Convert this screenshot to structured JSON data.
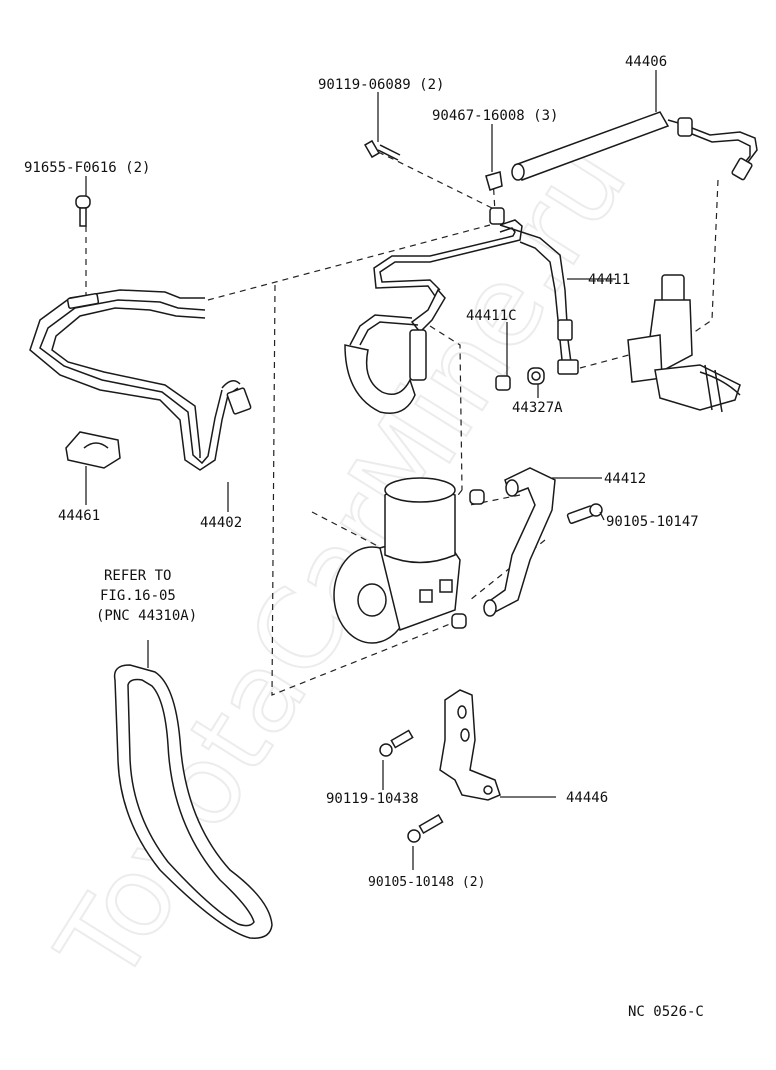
{
  "watermark": "ToyotaCarMine.ru",
  "drawing_code": "NC 0526-C",
  "refer_note": [
    "REFER TO",
    "FIG.16-05",
    "(PNC 44310A)"
  ],
  "parts": {
    "p44406": "44406",
    "p90119_06089": "90119-06089 (2)",
    "p90467_16008": "90467-16008 (3)",
    "p91655_f0616": "91655-F0616 (2)",
    "p44411": "44411",
    "p44411c": "44411C",
    "p44327a": "44327A",
    "p44412": "44412",
    "p90105_10147": "90105-10147",
    "p44461": "44461",
    "p44402": "44402",
    "p90119_10438": "90119-10438",
    "p44446": "44446",
    "p90105_10148": "90105-10148 (2)"
  }
}
